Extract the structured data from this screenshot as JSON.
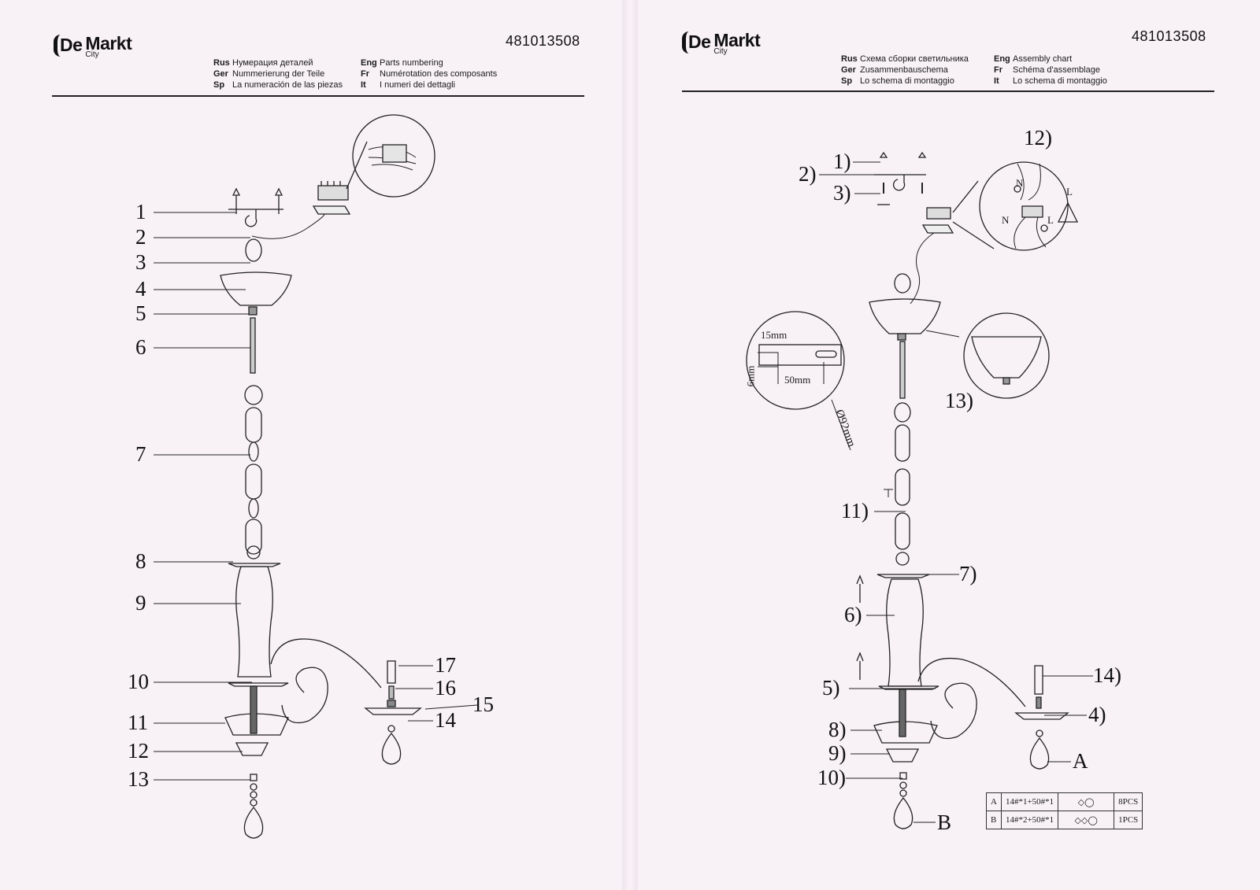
{
  "left_page": {
    "logo": {
      "mark": "De",
      "brand": "Markt",
      "sub": "City"
    },
    "article": "481013508",
    "headings": [
      {
        "lang": "Rus",
        "text": "Нумерация деталей"
      },
      {
        "lang": "Ger",
        "text": "Nummerierung der Teile"
      },
      {
        "lang": "Sp",
        "text": "La numeración de las piezas"
      },
      {
        "lang": "Eng",
        "text": "Parts numbering"
      },
      {
        "lang": "Fr",
        "text": "Numérotation des composants"
      },
      {
        "lang": "It",
        "text": "I numeri dei dettagli"
      }
    ],
    "part_numbers": [
      "1",
      "2",
      "3",
      "4",
      "5",
      "6",
      "7",
      "8",
      "9",
      "10",
      "11",
      "12",
      "13",
      "14",
      "15",
      "16",
      "17"
    ]
  },
  "right_page": {
    "logo": {
      "mark": "De",
      "brand": "Markt",
      "sub": "City"
    },
    "article": "481013508",
    "headings": [
      {
        "lang": "Rus",
        "text": "Схема сборки светильника"
      },
      {
        "lang": "Ger",
        "text": "Zusammenbauschema"
      },
      {
        "lang": "Sp",
        "text": "Lo schema di montaggio"
      },
      {
        "lang": "Eng",
        "text": "Assembly chart"
      },
      {
        "lang": "Fr",
        "text": "Schéma d'assemblage"
      },
      {
        "lang": "It",
        "text": "Lo schema di montaggio"
      }
    ],
    "step_labels": [
      "1)",
      "2)",
      "3)",
      "4)",
      "5)",
      "6)",
      "7)",
      "8)",
      "9)",
      "10)",
      "11)",
      "12)",
      "13)",
      "14)",
      "A",
      "B"
    ],
    "wiring_labels": {
      "n": "N",
      "l": "L",
      "n2": "N",
      "l2": "L"
    },
    "detail": {
      "w15": "15mm",
      "w50": "50mm",
      "h6": "6mm",
      "dia": "Ø92mm"
    },
    "parts_table": [
      {
        "id": "A",
        "code": "14#*1+50#*1",
        "qty": "8PCS"
      },
      {
        "id": "B",
        "code": "14#*2+50#*1",
        "qty": "1PCS"
      }
    ]
  }
}
